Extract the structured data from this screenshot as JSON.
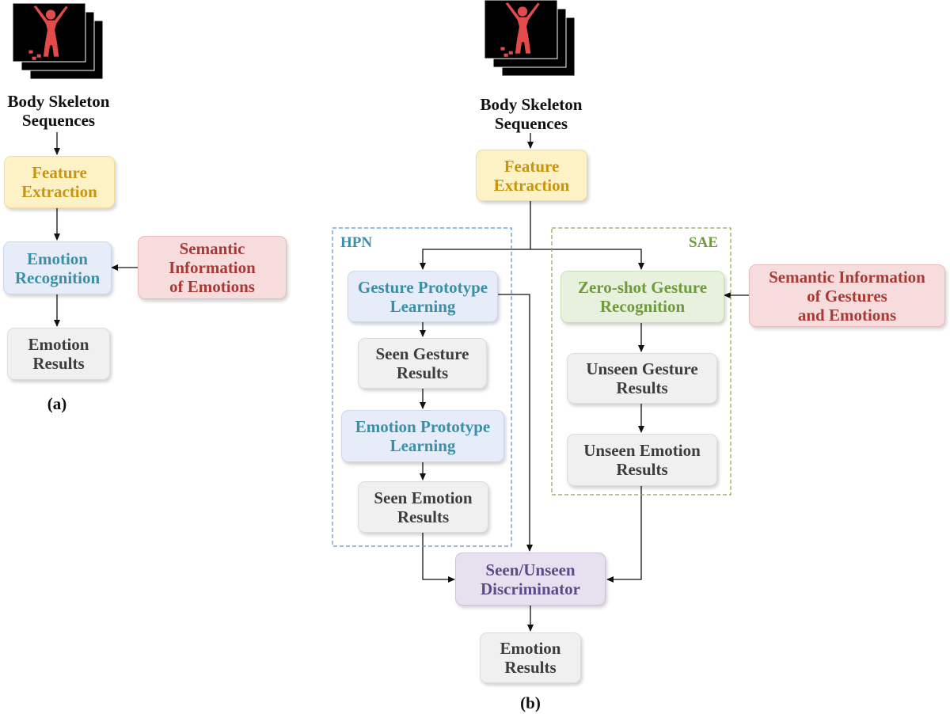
{
  "panel_a": {
    "input_label": "Body Skeleton\nSequences",
    "feature_extraction": "Feature\nExtraction",
    "emotion_recognition": "Emotion\nRecognition",
    "semantic_information": "Semantic\nInformation\nof Emotions",
    "emotion_results": "Emotion\nResults",
    "caption": "(a)"
  },
  "panel_b": {
    "input_label": "Body Skeleton\nSequences",
    "feature_extraction": "Feature\nExtraction",
    "hpn_label": "HPN",
    "sae_label": "SAE",
    "gesture_prototype_learning": "Gesture Prototype\nLearning",
    "seen_gesture_results": "Seen Gesture\nResults",
    "emotion_prototype_learning": "Emotion Prototype\nLearning",
    "seen_emotion_results": "Seen Emotion\nResults",
    "zero_shot_gesture_recognition": "Zero-shot Gesture\nRecognition",
    "semantic_information": "Semantic Information\nof Gestures\nand Emotions",
    "unseen_gesture_results": "Unseen Gesture\nResults",
    "unseen_emotion_results": "Unseen Emotion\nResults",
    "discriminator": "Seen/Unseen\nDiscriminator",
    "emotion_results": "Emotion\nResults",
    "caption": "(b)"
  },
  "colors": {
    "feature_text": "#c8960e",
    "recognition_text": "#3b8fa9",
    "semantic_text": "#a83a36",
    "result_text": "#3d3d3d",
    "zero_shot_text": "#6e9c3a",
    "discriminator_text": "#5d4a86",
    "hpn_border": "#5b8fd6",
    "sae_border": "#8aa64e",
    "figure_color": "#e24b4b"
  }
}
